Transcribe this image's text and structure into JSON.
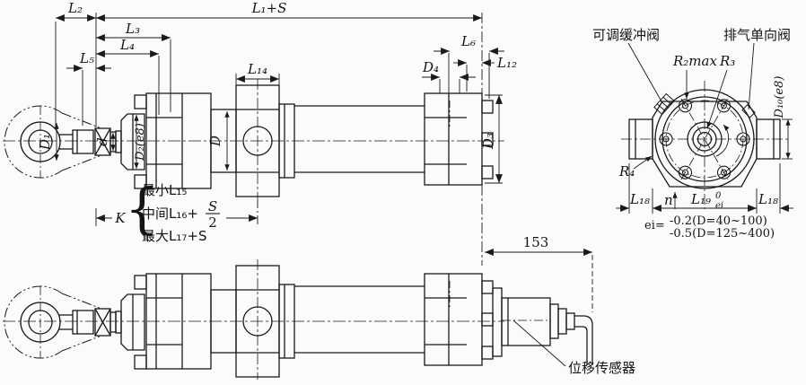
{
  "drawing": {
    "type": "engineering-diagram",
    "subject": "double-acting hydraulic cylinder with intermediate trunnion mount",
    "colors": {
      "line": "#1a1a1a",
      "background": "#fbfbfa"
    },
    "top_view": {
      "dims": {
        "l2": "L₂",
        "l1_plus_s": "L₁+S",
        "l3": "L₃",
        "l4": "L₄",
        "l5": "L₅",
        "l14": "L₁₄",
        "l6": "L₆",
        "l12": "L₁₂",
        "d4": "D₄",
        "d1": "D₁",
        "d_rod": "d",
        "d2": "D₂(e8)",
        "d_bore": "D",
        "d3": "D₃"
      },
      "k_block": {
        "k": "K",
        "brace": "{",
        "min": "最小L₁₅",
        "mid_prefix": "中间L₁₆+",
        "frac_num": "S",
        "frac_den": "2",
        "max": "最大L₁₇+S"
      }
    },
    "bottom_view": {
      "dim_153": "153",
      "sensor_label": "位移传感器"
    },
    "end_view": {
      "cushion_valve_label": "可调缓冲阀",
      "exhaust_valve_label": "排气单向阀",
      "r2max": "R₂max",
      "r3": "R₃",
      "r4": "R₄",
      "d10": "D₁₀(e8)",
      "l18_left": "L₁₈",
      "n": "n",
      "l19": "L₁₉",
      "l19_tol_upper": "0",
      "l19_tol_lower": "ei",
      "l18_right": "L₁₈",
      "ei_note_lhs": "ei=",
      "ei_note_line1": "-0.2(D=40~100)",
      "ei_note_line2": "-0.5(D=125~400)"
    }
  }
}
